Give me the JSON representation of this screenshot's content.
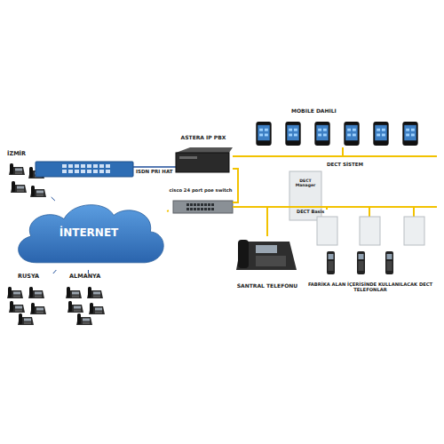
{
  "diagram": {
    "nodes": [
      {
        "text": [
          "İZMİR"
        ]
      },
      {
        "text": [
          "ASTERA IP PBX"
        ]
      },
      {
        "text": [
          "cisco 24 port poe switch"
        ]
      },
      {
        "text": [
          "İNTERNET"
        ]
      },
      {
        "text": [
          "RUSYA"
        ]
      },
      {
        "text": [
          "ALMANYA"
        ]
      },
      {
        "text": [
          "MOBILE DAHILI"
        ]
      },
      {
        "text": [
          "DECT Manager"
        ]
      },
      {
        "text": [
          "DECT Basis"
        ]
      },
      {
        "text": [
          "SANTRAL TELEFONU"
        ]
      },
      {
        "text": [
          "FABRİKA ALAN İÇERİSİNDE KULLANILACAK DECT TELEFONLAR"
        ]
      }
    ],
    "edges": [
      {
        "from": 3,
        "to": 0,
        "arrow": "none"
      },
      {
        "from": 3,
        "to": 4,
        "arrow": "none"
      },
      {
        "from": 3,
        "to": 5,
        "arrow": "none"
      },
      {
        "from": 3,
        "to": 2,
        "arrow": "none"
      },
      {
        "from": 1,
        "to": 2,
        "arrow": "none"
      },
      {
        "from": 1,
        "to": 6,
        "arrow": "none"
      },
      {
        "from": 2,
        "to": 7,
        "arrow": "none"
      },
      {
        "from": 2,
        "to": 8,
        "arrow": "none"
      },
      {
        "from": 2,
        "to": 9,
        "arrow": "none"
      }
    ],
    "labels": [
      "ISDN PRI HAT",
      "DECT SİSTEM"
    ]
  }
}
